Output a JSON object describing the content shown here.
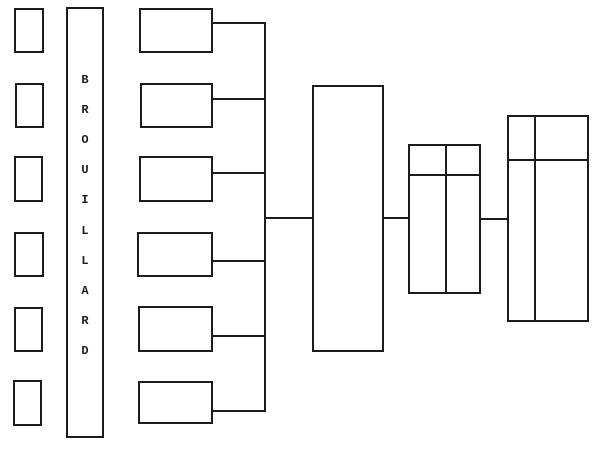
{
  "diagram": {
    "surname_label": "BROUILLARD",
    "colors": {
      "line": "#1c1c1c",
      "background": "#ffffff"
    },
    "left_column_box_count": 6,
    "branch_box_count": 6,
    "split_box_count": 2
  }
}
